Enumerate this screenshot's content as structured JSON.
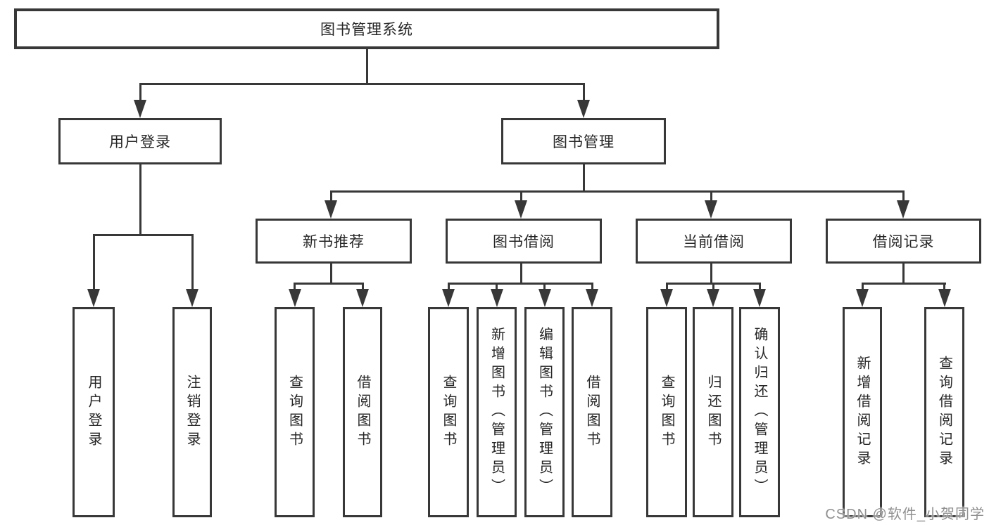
{
  "diagram": {
    "root": {
      "label": "图书管理系统"
    },
    "level2": [
      {
        "label": "用户登录"
      },
      {
        "label": "图书管理"
      }
    ],
    "level3": [
      {
        "label": "新书推荐"
      },
      {
        "label": "图书借阅"
      },
      {
        "label": "当前借阅"
      },
      {
        "label": "借阅记录"
      }
    ],
    "leaves": {
      "user": [
        "用户登录",
        "注销登录"
      ],
      "recommend": [
        "查询图书",
        "借阅图书"
      ],
      "borrow": [
        "查询图书",
        "新增图书（管理员）",
        "编辑图书（管理员）",
        "借阅图书"
      ],
      "current": [
        "查询图书",
        "归还图书",
        "确认归还（管理员）"
      ],
      "records": [
        "新增借阅记录",
        "查询借阅记录"
      ]
    }
  },
  "watermark": {
    "text": "CSDN @软件_小贺同学",
    "color": "#909090"
  },
  "colors": {
    "line": "#383838",
    "text": "#262626",
    "background": "#ffffff"
  }
}
